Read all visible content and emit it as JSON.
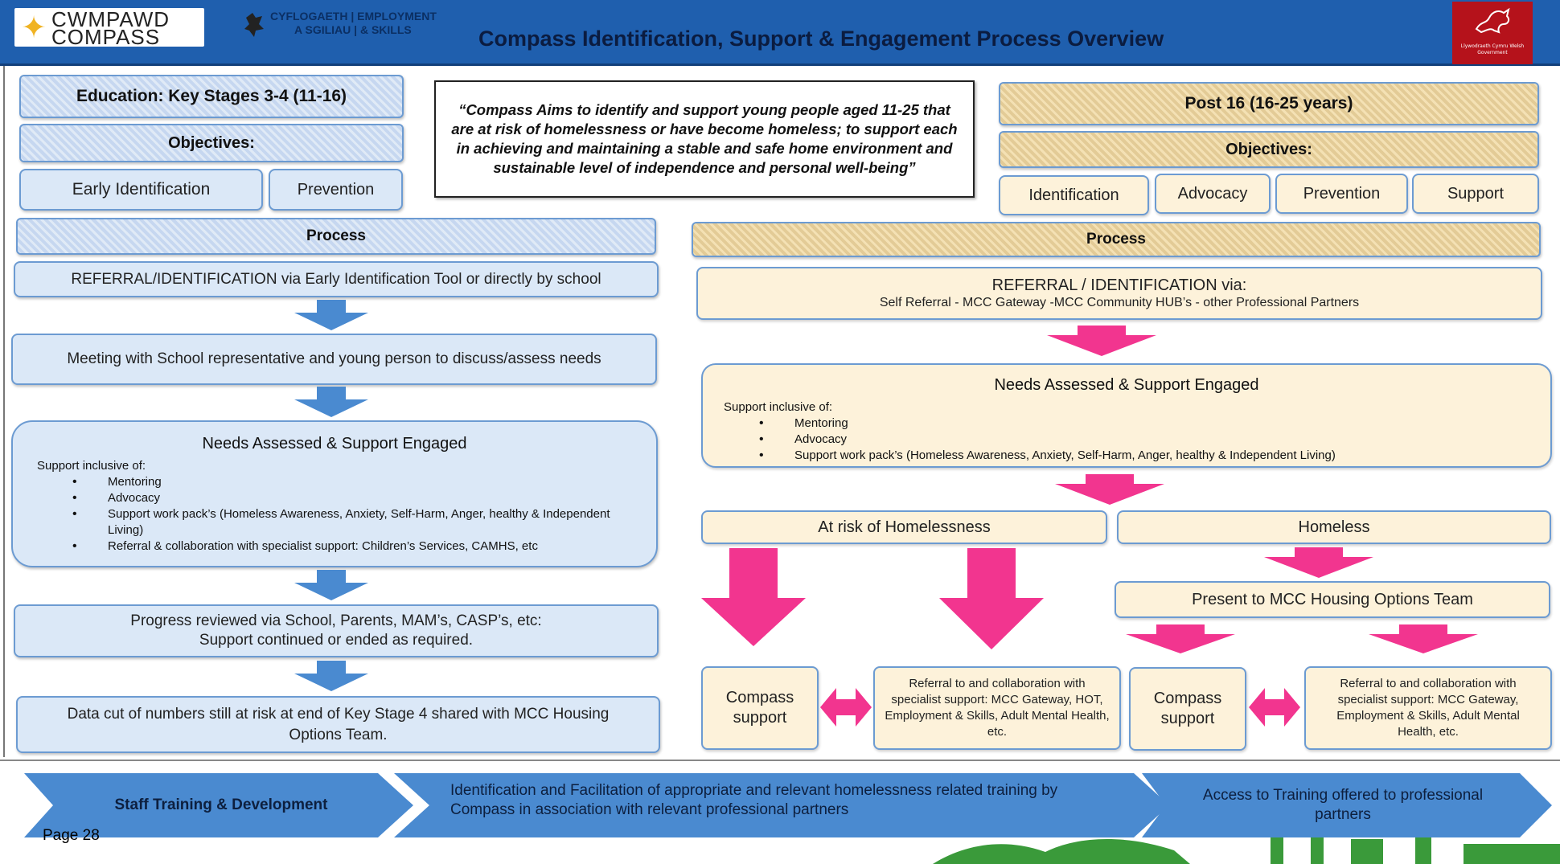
{
  "header": {
    "logo_line1": "CWMPAWD",
    "logo_line2": "COMPASS",
    "ces_line1": "CYFLOGAETH | EMPLOYMENT",
    "ces_line2": "A SGILIAU | & SKILLS",
    "title": "Compass Identification, Support & Engagement Process Overview",
    "wg_text": "Llywodraeth Cymru Welsh Government",
    "colors": {
      "bar": "#1f5fae",
      "wg": "#b5121b",
      "accent_pink": "#f2358f",
      "accent_blue": "#4a8ad0"
    }
  },
  "quote": "“Compass Aims to identify and support young people aged 11-25 that are at risk of homelessness or have become homeless; to support each in achieving and maintaining a stable and safe home environment and sustainable level of independence and personal well-being”",
  "left": {
    "heading": "Education: Key Stages 3-4 (11-16)",
    "objectives_label": "Objectives:",
    "objectives": [
      "Early Identification",
      "Prevention"
    ],
    "process_label": "Process",
    "step1": "REFERRAL/IDENTIFICATION via Early Identification Tool or directly by school",
    "step2": "Meeting with School representative and young person to discuss/assess needs",
    "needs_title": "Needs Assessed & Support Engaged",
    "support_lead": "Support inclusive of:",
    "support_items": [
      "Mentoring",
      "Advocacy",
      "Support work pack’s (Homeless Awareness, Anxiety, Self-Harm, Anger, healthy & Independent Living)",
      "Referral & collaboration with specialist support: Children’s Services, CAMHS, etc"
    ],
    "step4_line1": "Progress reviewed via School, Parents, MAM’s, CASP’s, etc:",
    "step4_line2": "Support continued or ended as required.",
    "step5": "Data cut of numbers still at risk at end of Key Stage 4 shared with MCC Housing Options Team."
  },
  "right": {
    "heading": "Post 16 (16-25 years)",
    "objectives_label": "Objectives:",
    "objectives": [
      "Identification",
      "Advocacy",
      "Prevention",
      "Support"
    ],
    "process_label": "Process",
    "referral_title": "REFERRAL / IDENTIFICATION via:",
    "referral_sub": "Self Referral - MCC Gateway -MCC Community HUB’s - other Professional Partners",
    "needs_title": "Needs Assessed & Support Engaged",
    "support_lead": "Support inclusive of:",
    "support_items": [
      "Mentoring",
      "Advocacy",
      "Support work pack’s (Homeless Awareness, Anxiety, Self-Harm, Anger, healthy & Independent Living)"
    ],
    "at_risk": "At risk of Homelessness",
    "homeless": "Homeless",
    "present": "Present to MCC Housing Options Team",
    "compass_support_a": "Compass support",
    "referral_a": "Referral to and collaboration with specialist support: MCC Gateway, HOT, Employment & Skills, Adult Mental Health, etc.",
    "compass_support_b": "Compass support",
    "referral_b": "Referral to and collaboration with specialist support: MCC Gateway, Employment & Skills, Adult Mental Health, etc."
  },
  "footer": {
    "banner1": "Staff Training & Development",
    "banner2": "Identification and Facilitation of appropriate and relevant homelessness related training by Compass in association with relevant professional partners",
    "banner3": "Access to Training offered to professional partners",
    "page": "Page 28"
  }
}
